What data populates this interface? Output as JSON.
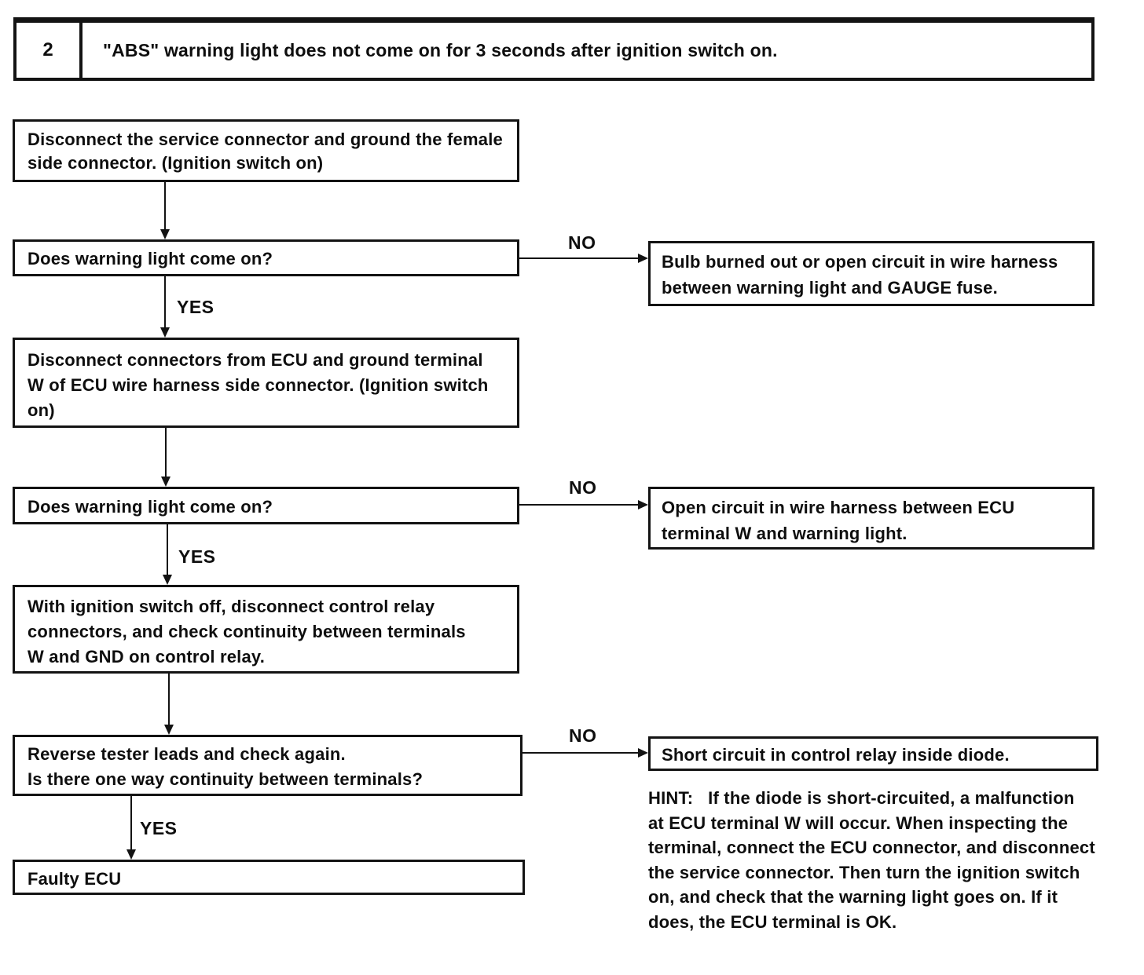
{
  "header": {
    "number": "2",
    "title": "\"ABS\" warning light does not come on for 3 seconds after ignition switch on."
  },
  "labels": {
    "yes": "YES",
    "no": "NO"
  },
  "boxes": {
    "step1": {
      "line1": "Disconnect the service connector and ground the female",
      "line2": "side connector. (Ignition switch on)"
    },
    "q1": {
      "line1": "Does warning light come on?"
    },
    "step2": {
      "line1": "Disconnect connectors from ECU and ground terminal",
      "line2": "W of ECU wire harness side connector. (Ignition switch",
      "line3": "on)"
    },
    "q2": {
      "line1": "Does warning light come on?"
    },
    "step3": {
      "line1": "With ignition switch off, disconnect control relay",
      "line2": "connectors, and check continuity between terminals",
      "line3": "W and GND on control relay."
    },
    "q3": {
      "line1": "Reverse tester leads and check again.",
      "line2": "Is there one way continuity between terminals?"
    },
    "final": {
      "line1": "Faulty ECU"
    }
  },
  "results": {
    "r1": {
      "line1": "Bulb burned out or open circuit in wire harness",
      "line2": "between warning light and GAUGE fuse."
    },
    "r2": {
      "line1": "Open circuit in wire harness between ECU",
      "line2": "terminal W and warning light."
    },
    "r3": {
      "line1": "Short circuit in control relay inside diode."
    }
  },
  "hint": {
    "line1": "HINT:   If the diode is short-circuited, a malfunction",
    "line2": "at ECU terminal W will occur. When inspecting the",
    "line3": "terminal, connect the ECU connector, and disconnect",
    "line4": "the service connector. Then turn the ignition switch",
    "line5": "on, and check that the warning light goes on. If it",
    "line6": "does, the ECU terminal is OK."
  },
  "colors": {
    "ink": "#131313",
    "background": "#ffffff"
  }
}
